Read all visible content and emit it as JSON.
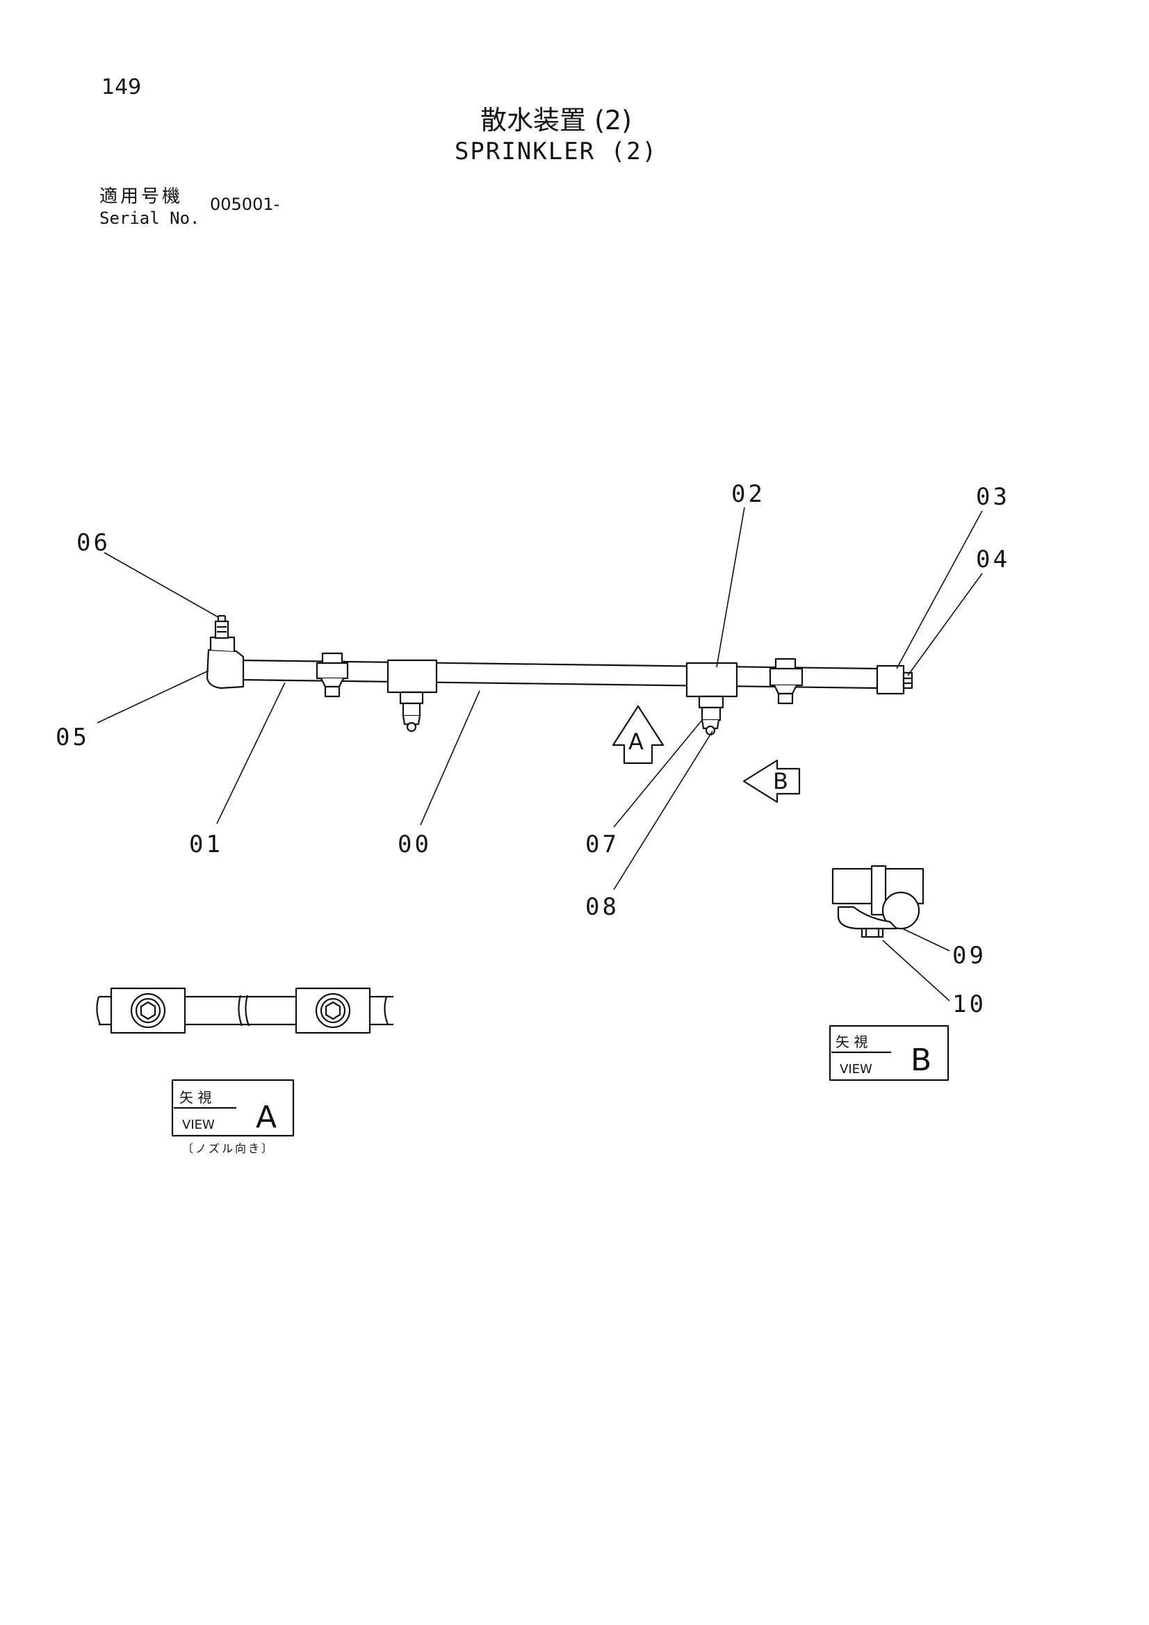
{
  "page_number": "149",
  "title_jp": "散水装置 (2)",
  "title_en": "SPRINKLER (2)",
  "serial": {
    "label_jp": "適用号機",
    "label_en": "Serial No.",
    "value": "005001-"
  },
  "callouts": [
    "00",
    "01",
    "02",
    "03",
    "04",
    "05",
    "06",
    "07",
    "08",
    "09",
    "10"
  ],
  "arrow_labels": {
    "a": "A",
    "b": "B"
  },
  "view_a": {
    "label_jp": "矢 視",
    "label_en": "VIEW",
    "letter": "A",
    "note": "〔ノズル向き〕"
  },
  "view_b": {
    "label_jp": "矢 視",
    "label_en": "VIEW",
    "letter": "B"
  }
}
